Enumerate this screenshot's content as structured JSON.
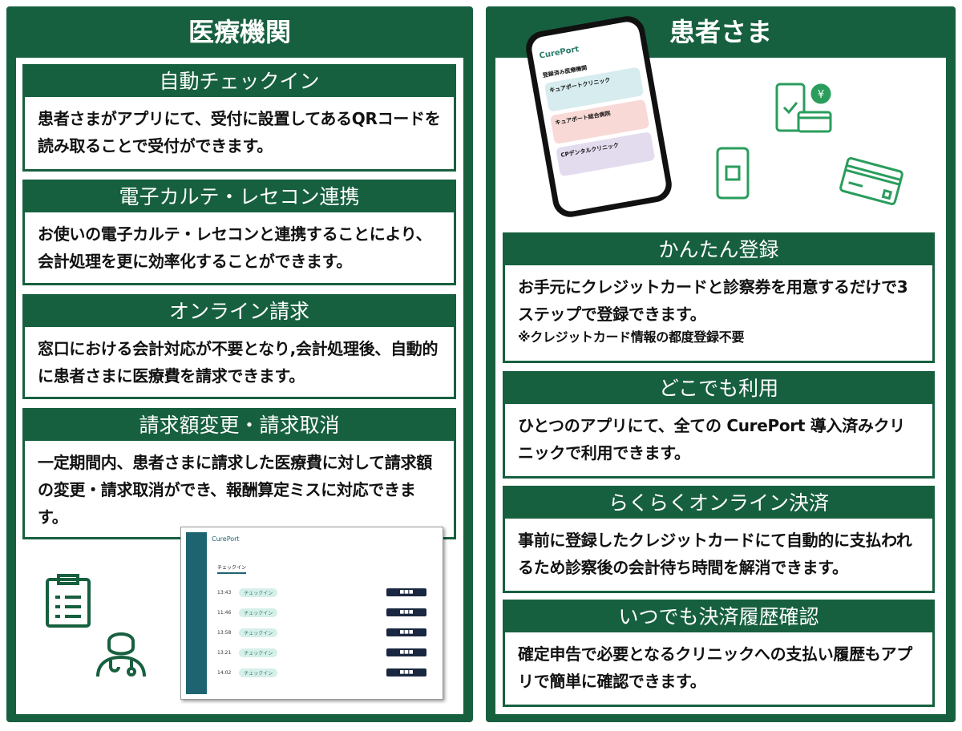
{
  "left": {
    "title": "医療機関",
    "sections": [
      {
        "heading": "自動チェックイン",
        "body": "患者さまがアプリにて、受付に設置してあるQRコードを読み取ることで受付ができます。"
      },
      {
        "heading": "電子カルテ・レセコン連携",
        "body": "お使いの電子カルテ・レセコンと連携することにより、会計処理を更に効率化することができます。"
      },
      {
        "heading": "オンライン請求",
        "body": "窓口における会計対応が不要となり,会計処理後、自動的に患者さまに医療費を請求できます。"
      },
      {
        "heading": "請求額変更・請求取消",
        "body": "一定期間内、患者さまに請求した医療費に対して請求額の変更・請求取消ができ、報酬算定ミスに対応できます。"
      }
    ]
  },
  "right": {
    "title": "患者さま",
    "sections": [
      {
        "heading": "かんたん登録",
        "body": "お手元にクレジットカードと診察券を用意するだけで3ステップで登録できます。",
        "note": "※クレジットカード情報の都度登録不要"
      },
      {
        "heading": "どこでも利用",
        "body": "ひとつのアプリにて、全ての CurePort 導入済みクリニックで利用できます。"
      },
      {
        "heading": "らくらくオンライン決済",
        "body": "事前に登録したクレジットカードにて自動的に支払われるため診察後の会計待ち時間を解消できます。"
      },
      {
        "heading": "いつでも決済履歴確認",
        "body": "確定申告で必要となるクリニックへの支払い履歴もアプリで簡単に確認できます。"
      }
    ]
  },
  "phone": {
    "brand": "CurePort",
    "list_title": "登録済み医療機関",
    "clinics": [
      "キュアポートクリニック",
      "キュアポート総合病院",
      "CPデンタルクリニック"
    ]
  },
  "dashboard": {
    "brand": "CurePort",
    "tab": "チェックイン",
    "status": "チェックイン",
    "times": [
      "13:43",
      "11:46",
      "13:58",
      "13:21",
      "14:02"
    ]
  },
  "colors": {
    "primary": "#17603f",
    "icon": "#2a9d5c",
    "sidebar": "#1e6470"
  }
}
